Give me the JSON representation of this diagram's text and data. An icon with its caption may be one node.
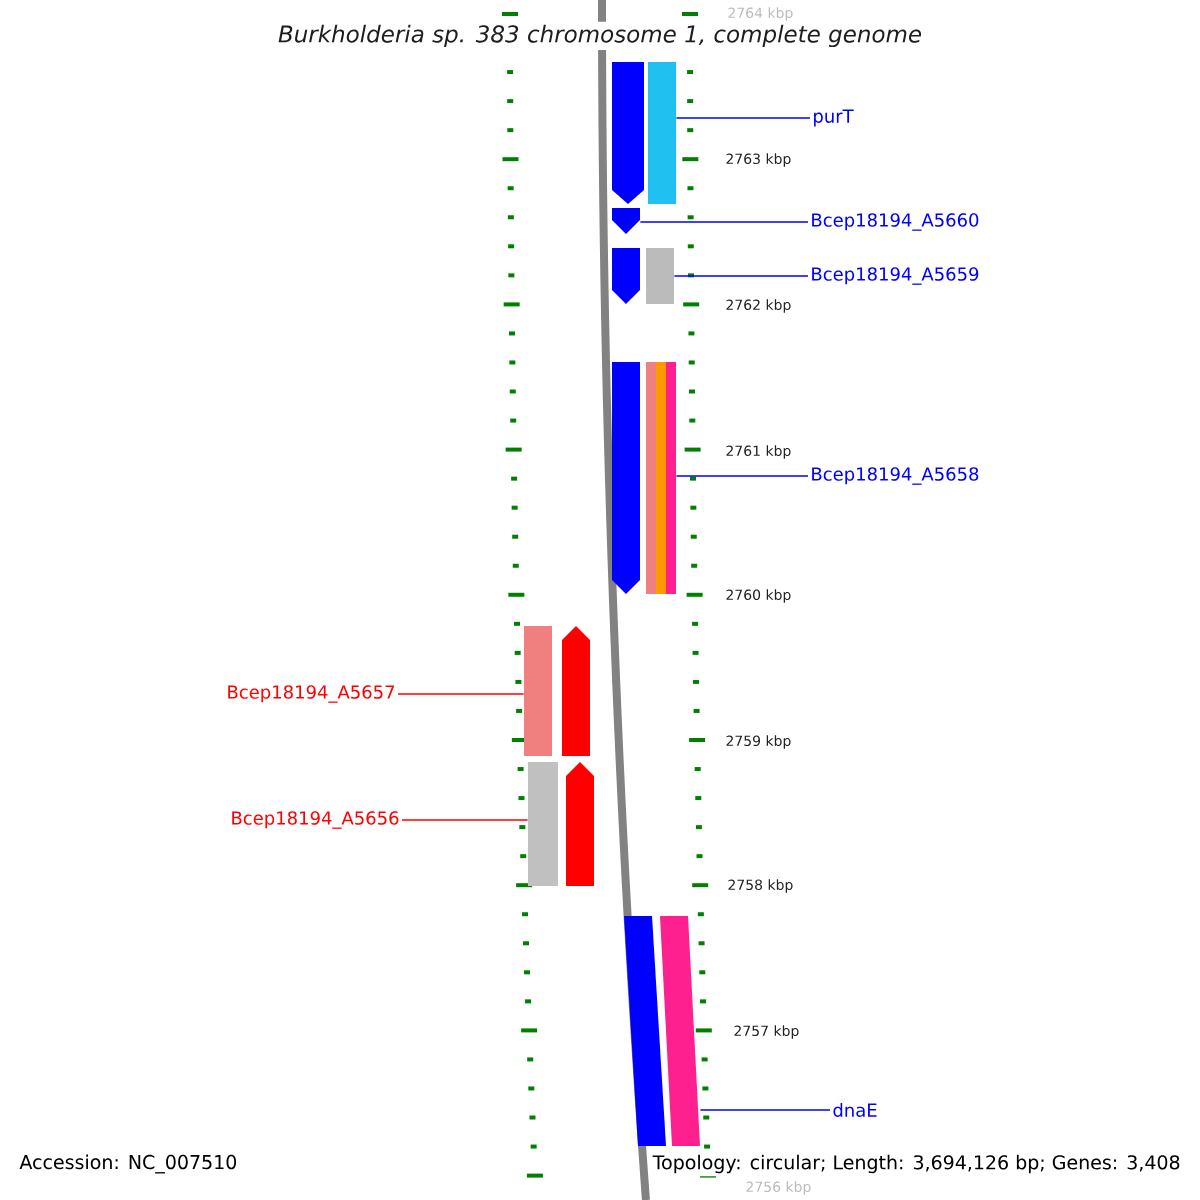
{
  "diagram": {
    "title": "Burkholderia sp. 383 chromosome 1, complete genome",
    "nodes": [
      {
        "text": [
          "purT"
        ]
      },
      {
        "text": [
          "Bcep18194_A5660"
        ]
      },
      {
        "text": [
          "Bcep18194_A5659"
        ]
      },
      {
        "text": [
          "Bcep18194_A5658"
        ]
      },
      {
        "text": [
          "Bcep18194_A5657"
        ]
      },
      {
        "text": [
          "Bcep18194_A5656"
        ]
      },
      {
        "text": [
          "dnaE"
        ]
      },
      {
        "text": [],
        "shape": "bar"
      },
      {
        "text": [],
        "shape": "bar"
      },
      {
        "text": [],
        "shape": "bar"
      },
      {
        "text": [],
        "shape": "bar"
      },
      {
        "text": [],
        "shape": "bar"
      },
      {
        "text": [],
        "shape": "bar"
      },
      {
        "text": [],
        "shape": "bar"
      }
    ],
    "edges": [
      {
        "from": 0,
        "to": 7,
        "arrow": "none"
      },
      {
        "from": 1,
        "to": 8,
        "arrow": "none"
      },
      {
        "from": 2,
        "to": 9,
        "arrow": "none"
      },
      {
        "from": 3,
        "to": 10,
        "arrow": "none"
      },
      {
        "from": 4,
        "to": 11,
        "arrow": "none",
        "color": "#ff0000"
      },
      {
        "from": 5,
        "to": 12,
        "arrow": "none",
        "color": "#ff0000"
      },
      {
        "from": 6,
        "to": 13,
        "arrow": "none"
      }
    ],
    "labels": [
      "2764 kbp",
      "2763 kbp",
      "2762 kbp",
      "2761 kbp",
      "2760 kbp",
      "2759 kbp",
      "2758 kbp",
      "2757 kbp",
      "2756 kbp",
      "Accession: NC_007510",
      "Topology: circular; Length: 3,694,126 bp; Genes: 3,408"
    ]
  }
}
